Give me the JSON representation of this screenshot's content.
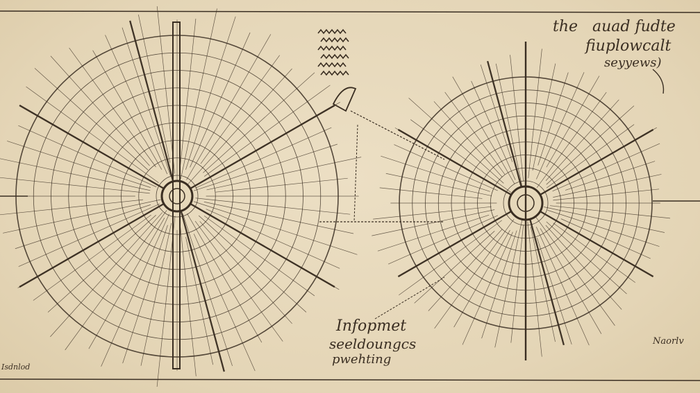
{
  "header_note": [
    "the",
    "auad",
    "fudte",
    "fiuplowcalt",
    "seyyews)"
  ],
  "middle_note": [
    "Infopmet",
    "seeldoungcs",
    "pwehting"
  ],
  "corner_left": "Isdnlod",
  "corner_right": "Naorlv",
  "ink_color": "#3a2e22",
  "paper_color": "#e8dcc1"
}
